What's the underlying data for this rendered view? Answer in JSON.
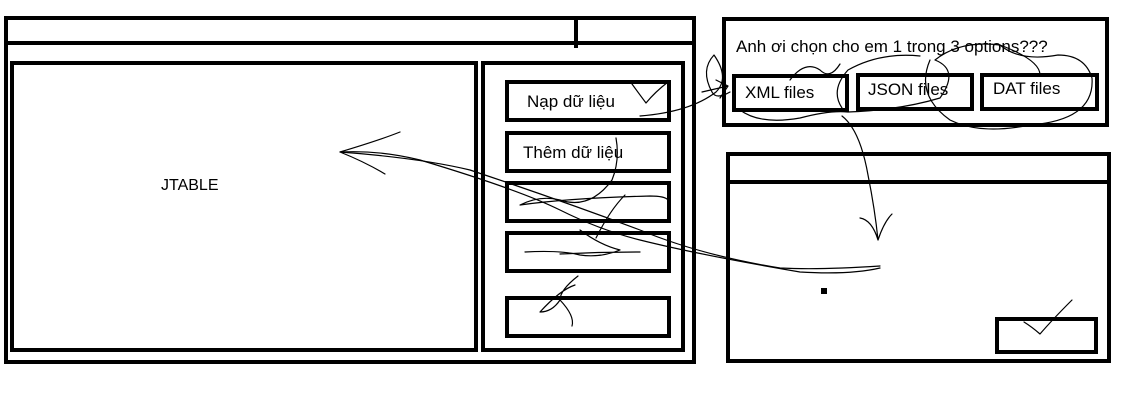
{
  "main_window": {
    "table_label": "JTABLE",
    "buttons": [
      {
        "label": "Nạp dữ liệu"
      },
      {
        "label": "Thêm dữ liệu"
      },
      {
        "label": ""
      },
      {
        "label": ""
      },
      {
        "label": ""
      }
    ]
  },
  "options_dialog": {
    "prompt": "Anh ơi chọn cho em 1 trong 3 options???",
    "options": [
      {
        "label": "XML files"
      },
      {
        "label": "JSON files"
      },
      {
        "label": "DAT files"
      }
    ]
  },
  "result_window": {
    "ok_button_label": ""
  }
}
